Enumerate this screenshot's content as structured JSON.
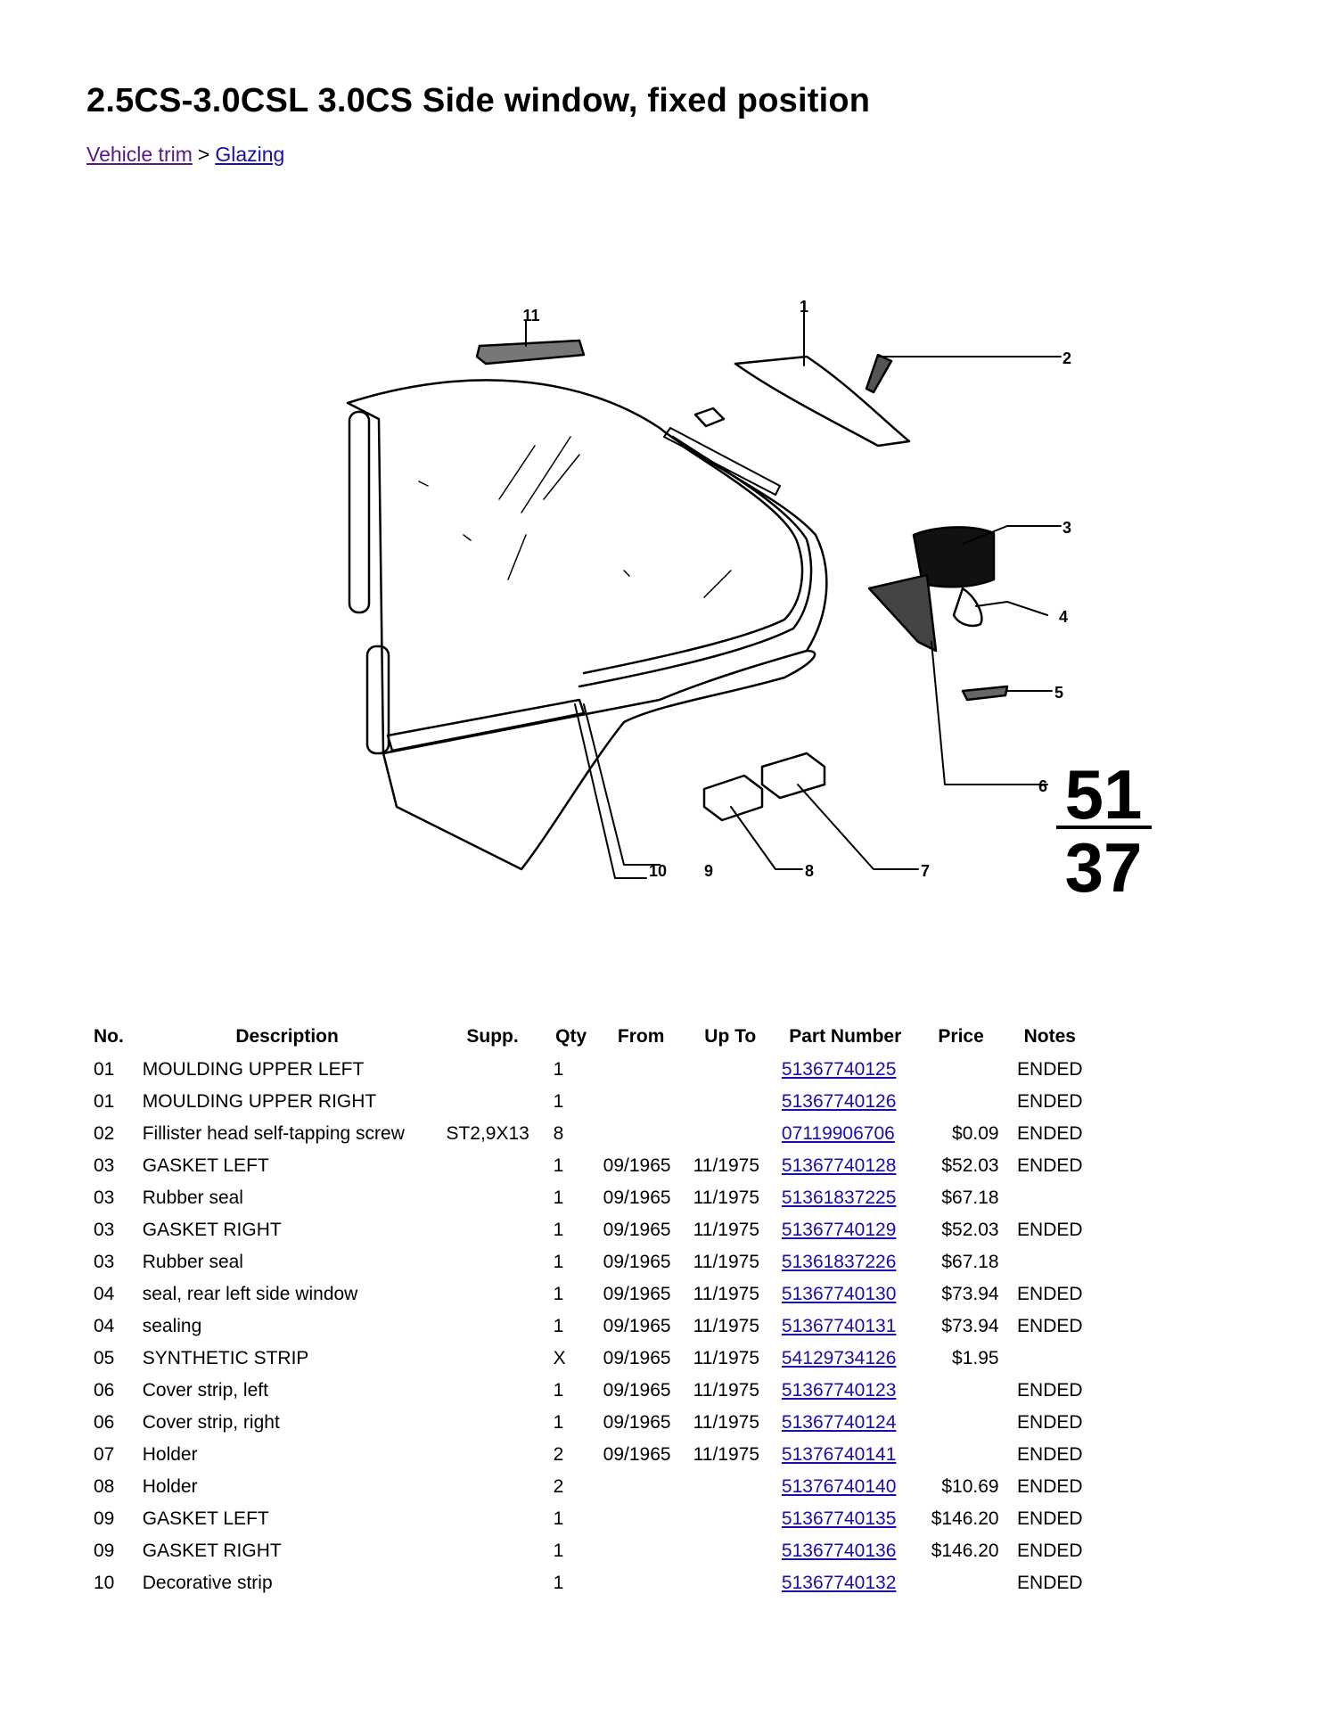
{
  "title": "2.5CS-3.0CSL 3.0CS Side window, fixed position",
  "breadcrumb": [
    {
      "label": "Vehicle trim"
    },
    {
      "label": "Glazing"
    }
  ],
  "breadcrumb_separator": ">",
  "diagram": {
    "callouts": [
      "1",
      "2",
      "3",
      "4",
      "5",
      "6",
      "7",
      "8",
      "9",
      "10",
      "11"
    ],
    "plate_top": "51",
    "plate_bottom": "37"
  },
  "table": {
    "headers": [
      "No.",
      "Description",
      "Supp.",
      "Qty",
      "From",
      "Up To",
      "Part Number",
      "Price",
      "Notes"
    ],
    "rows": [
      {
        "no": "01",
        "desc": "MOULDING UPPER LEFT",
        "supp": "",
        "qty": "1",
        "from": "",
        "upto": "",
        "pn": "51367740125",
        "price": "",
        "notes": "ENDED"
      },
      {
        "no": "01",
        "desc": "MOULDING UPPER RIGHT",
        "supp": "",
        "qty": "1",
        "from": "",
        "upto": "",
        "pn": "51367740126",
        "price": "",
        "notes": "ENDED"
      },
      {
        "no": "02",
        "desc": "Fillister head self-tapping screw",
        "supp": "ST2,9X13",
        "qty": "8",
        "from": "",
        "upto": "",
        "pn": "07119906706",
        "price": "$0.09",
        "notes": "ENDED"
      },
      {
        "no": "03",
        "desc": "GASKET LEFT",
        "supp": "",
        "qty": "1",
        "from": "09/1965",
        "upto": "11/1975",
        "pn": "51367740128",
        "price": "$52.03",
        "notes": "ENDED"
      },
      {
        "no": "03",
        "desc": "Rubber seal",
        "supp": "",
        "qty": "1",
        "from": "09/1965",
        "upto": "11/1975",
        "pn": "51361837225",
        "price": "$67.18",
        "notes": ""
      },
      {
        "no": "03",
        "desc": "GASKET RIGHT",
        "supp": "",
        "qty": "1",
        "from": "09/1965",
        "upto": "11/1975",
        "pn": "51367740129",
        "price": "$52.03",
        "notes": "ENDED"
      },
      {
        "no": "03",
        "desc": "Rubber seal",
        "supp": "",
        "qty": "1",
        "from": "09/1965",
        "upto": "11/1975",
        "pn": "51361837226",
        "price": "$67.18",
        "notes": ""
      },
      {
        "no": "04",
        "desc": "seal, rear left side window",
        "supp": "",
        "qty": "1",
        "from": "09/1965",
        "upto": "11/1975",
        "pn": "51367740130",
        "price": "$73.94",
        "notes": "ENDED"
      },
      {
        "no": "04",
        "desc": "sealing",
        "supp": "",
        "qty": "1",
        "from": "09/1965",
        "upto": "11/1975",
        "pn": "51367740131",
        "price": "$73.94",
        "notes": "ENDED"
      },
      {
        "no": "05",
        "desc": "SYNTHETIC STRIP",
        "supp": "",
        "qty": "X",
        "from": "09/1965",
        "upto": "11/1975",
        "pn": "54129734126",
        "price": "$1.95",
        "notes": ""
      },
      {
        "no": "06",
        "desc": "Cover strip, left",
        "supp": "",
        "qty": "1",
        "from": "09/1965",
        "upto": "11/1975",
        "pn": "51367740123",
        "price": "",
        "notes": "ENDED"
      },
      {
        "no": "06",
        "desc": "Cover strip, right",
        "supp": "",
        "qty": "1",
        "from": "09/1965",
        "upto": "11/1975",
        "pn": "51367740124",
        "price": "",
        "notes": "ENDED"
      },
      {
        "no": "07",
        "desc": "Holder",
        "supp": "",
        "qty": "2",
        "from": "09/1965",
        "upto": "11/1975",
        "pn": "51376740141",
        "price": "",
        "notes": "ENDED"
      },
      {
        "no": "08",
        "desc": "Holder",
        "supp": "",
        "qty": "2",
        "from": "",
        "upto": "",
        "pn": "51376740140",
        "price": "$10.69",
        "notes": "ENDED"
      },
      {
        "no": "09",
        "desc": "GASKET LEFT",
        "supp": "",
        "qty": "1",
        "from": "",
        "upto": "",
        "pn": "51367740135",
        "price": "$146.20",
        "notes": "ENDED"
      },
      {
        "no": "09",
        "desc": "GASKET RIGHT",
        "supp": "",
        "qty": "1",
        "from": "",
        "upto": "",
        "pn": "51367740136",
        "price": "$146.20",
        "notes": "ENDED"
      },
      {
        "no": "10",
        "desc": "Decorative strip",
        "supp": "",
        "qty": "1",
        "from": "",
        "upto": "",
        "pn": "51367740132",
        "price": "",
        "notes": "ENDED"
      }
    ]
  }
}
